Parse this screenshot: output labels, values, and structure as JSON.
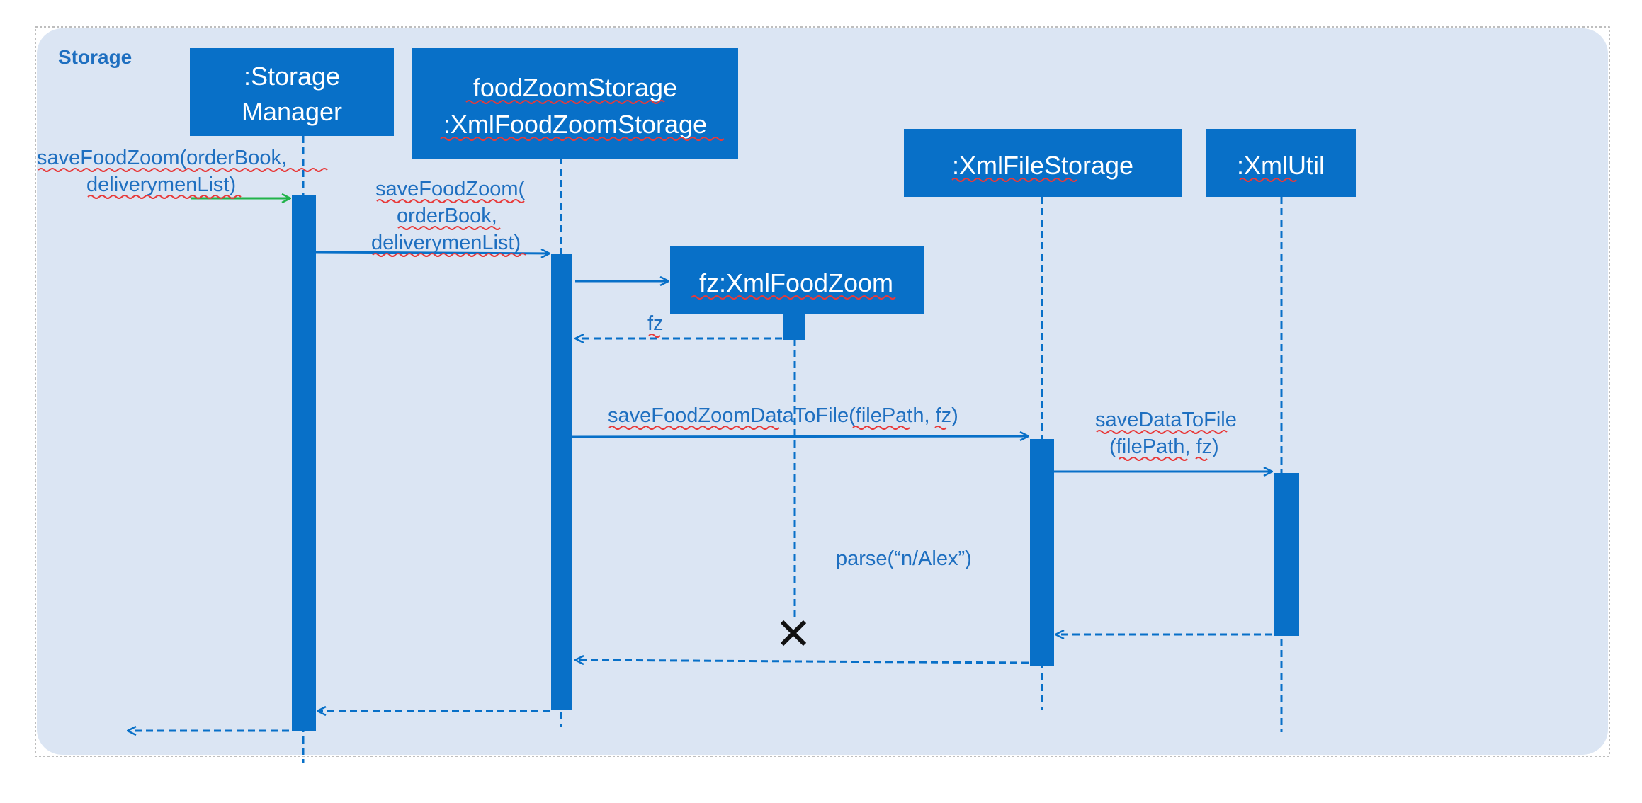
{
  "diagram": {
    "frame_label": "Storage",
    "lifelines": [
      {
        "id": "storage-manager",
        "lines": [
          ":Storage",
          "Manager"
        ]
      },
      {
        "id": "food-zoom-storage",
        "lines": [
          "foodZoomStorage",
          ":XmlFoodZoomStorage"
        ]
      },
      {
        "id": "xml-food-zoom",
        "lines": [
          "fz:XmlFoodZoom"
        ]
      },
      {
        "id": "xml-file-storage",
        "lines": [
          ":XmlFileStorage"
        ]
      },
      {
        "id": "xml-util",
        "lines": [
          ":XmlUtil"
        ]
      }
    ],
    "messages": {
      "m1": [
        "saveFoodZoom(orderBook,",
        "deliverymenList)"
      ],
      "m2": [
        "saveFoodZoom(",
        "orderBook,",
        "deliverymenList)"
      ],
      "m3_return": [
        "fz"
      ],
      "m4": [
        "saveFoodZoomDataToFile(filePath, fz)"
      ],
      "m5": [
        "saveDataToFile",
        "(filePath, fz)"
      ],
      "note": [
        "parse(“n/Alex”)"
      ]
    },
    "colors": {
      "frame_bg": "#dbe5f3",
      "primary": "#0870c8",
      "text": "#1e6fc0",
      "found_message": "#22b34a",
      "spellcheck_underline": "#e83a3a"
    }
  }
}
